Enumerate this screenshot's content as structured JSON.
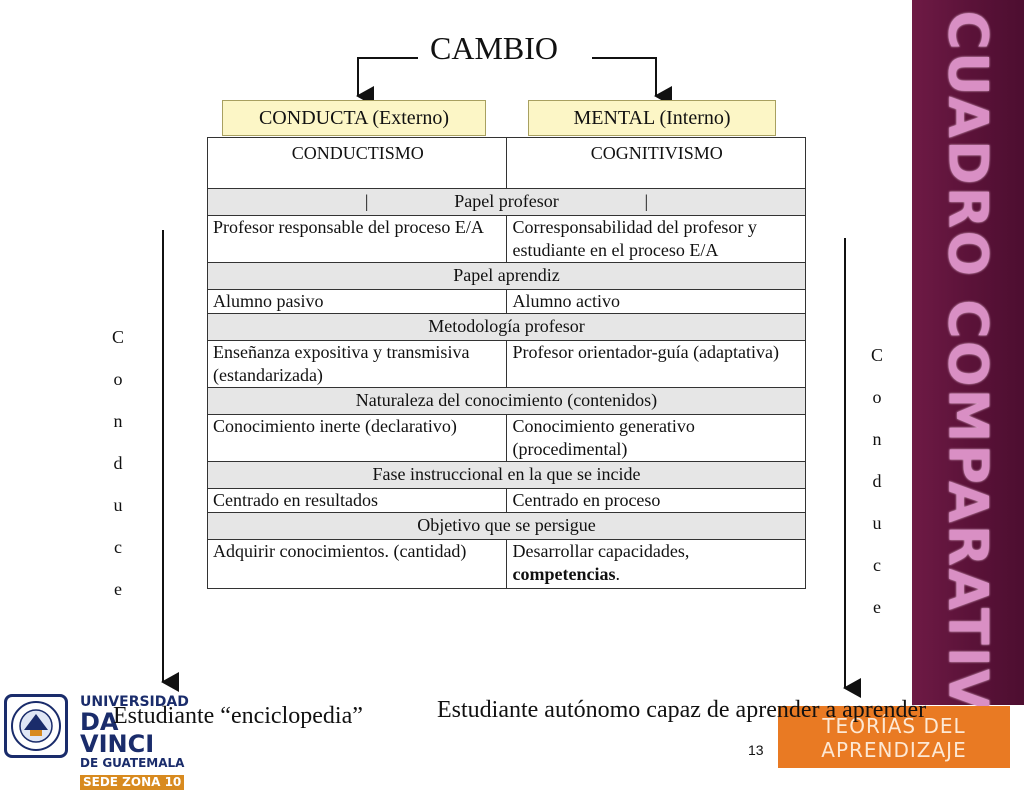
{
  "slide": {
    "side_title": "CUADRO COMPARATIVO",
    "title": "CAMBIO",
    "left_box": "CONDUCTA (Externo)",
    "right_box": "MENTAL (Interno)",
    "page_number": "13",
    "footer_lines": [
      "TEORÍAS DEL",
      "APRENDIZAJE"
    ]
  },
  "table": {
    "headers": [
      "CONDUCTISMO",
      "COGNITIVISMO"
    ],
    "sections": [
      {
        "title": "Papel profesor",
        "left": "Profesor responsable del proceso E/A",
        "right": "Corresponsabilidad del profesor y estudiante en el proceso E/A"
      },
      {
        "title": "Papel aprendiz",
        "left": "Alumno pasivo",
        "right": "Alumno activo"
      },
      {
        "title": "Metodología profesor",
        "left": "Enseñanza expositiva y transmisiva  (estandarizada)",
        "right": "Profesor orientador-guía (adaptativa)"
      },
      {
        "title": "Naturaleza del conocimiento (contenidos)",
        "left": "Conocimiento inerte (declarativo)",
        "right": "Conocimiento generativo (procedimental)"
      },
      {
        "title": "Fase instruccional en la que se incide",
        "left": "Centrado en resultados",
        "right": "Centrado en proceso"
      },
      {
        "title": "Objetivo que se persigue",
        "left": "Adquirir conocimientos. (cantidad)",
        "right_prefix": "Desarrollar capacidades,",
        "right_bold": "competencias",
        "right_suffix": "."
      }
    ]
  },
  "side_labels": {
    "left": [
      "C",
      "o",
      "n",
      "d",
      "u",
      "c",
      "e"
    ],
    "right": [
      "C",
      "o",
      "n",
      "d",
      "u",
      "c",
      "e"
    ]
  },
  "bottom": {
    "left": "Estudiante “enciclopedia”",
    "right": "Estudiante autónomo capaz de aprender a aprender"
  },
  "logo": {
    "line1": "UNIVERSIDAD",
    "line2": "DA VINCI",
    "line3": "DE GUATEMALA",
    "line4": "SEDE ZONA 10",
    "colors": {
      "navy": "#1a2c6b",
      "orange": "#d88a1f"
    }
  },
  "colors": {
    "sidebar": "#5a1238",
    "side_title": "#d98fc4",
    "box_fill": "#fcf6c6",
    "section_fill": "#e6e6e6",
    "footer": "#e97a23"
  }
}
